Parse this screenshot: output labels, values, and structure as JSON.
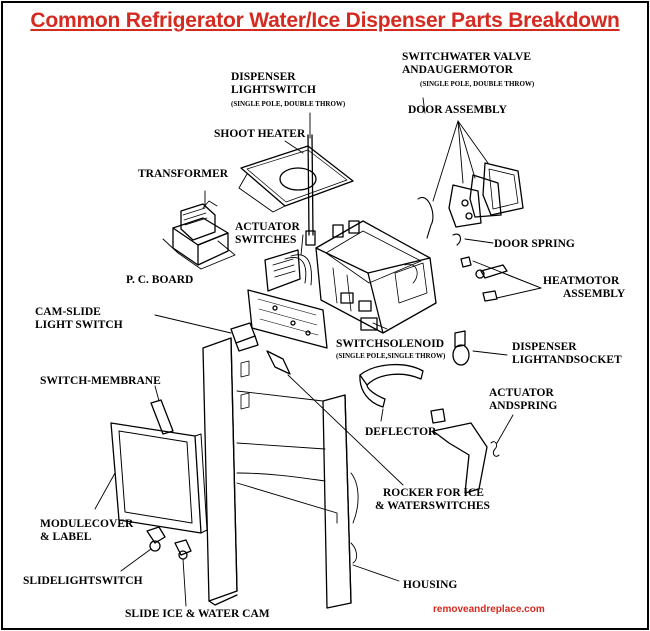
{
  "title": "Common Refrigerator Water/Ice Dispenser Parts Breakdown",
  "watermark": "removeandreplace.com",
  "labels": {
    "dispenser_light_switch": [
      "DISPENSER",
      "LIGHTSWITCH"
    ],
    "dispenser_light_switch_sub": "(SINGLE POLE, DOUBLE THROW)",
    "switch_water_valve": [
      "SWITCHWATER VALVE",
      "ANDAUGERMOTOR"
    ],
    "switch_water_valve_sub": "(SINGLE POLE, DOUBLE THROW)",
    "door_assembly": "DOOR ASSEMBLY",
    "shoot_heater": "SHOOT HEATER",
    "transformer": "TRANSFORMER",
    "actuator_switches": [
      "ACTUATOR",
      "SWITCHES"
    ],
    "door_spring": "DOOR SPRING",
    "pc_board": "P. C. BOARD",
    "heat_motor_assembly": [
      "HEATMOTOR",
      "ASSEMBLY"
    ],
    "cam_slide_light_switch": [
      "CAM-SLIDE",
      "LIGHT SWITCH"
    ],
    "switch_solenoid": "SWITCHSOLENOID",
    "switch_solenoid_sub": "(SINGLE POLE,SINGLE THROW)",
    "dispenser_light_socket": [
      "DISPENSER",
      "LIGHTANDSOCKET"
    ],
    "switch_membrane": "SWITCH-MEMBRANE",
    "actuator_spring": [
      "ACTUATOR",
      "ANDSPRING"
    ],
    "deflector": "DEFLECTOR",
    "module_cover": [
      "MODULECOVER",
      "& LABEL"
    ],
    "rocker": [
      "ROCKER FOR ICE",
      "& WATERSWITCHES"
    ],
    "slide_light_switch": "SLIDELIGHTSWITCH",
    "housing": "HOUSING",
    "slide_ice_water_cam": "SLIDE ICE & WATER CAM"
  },
  "colors": {
    "title": "#d42a20",
    "ink": "#000000",
    "background": "#ffffff"
  }
}
